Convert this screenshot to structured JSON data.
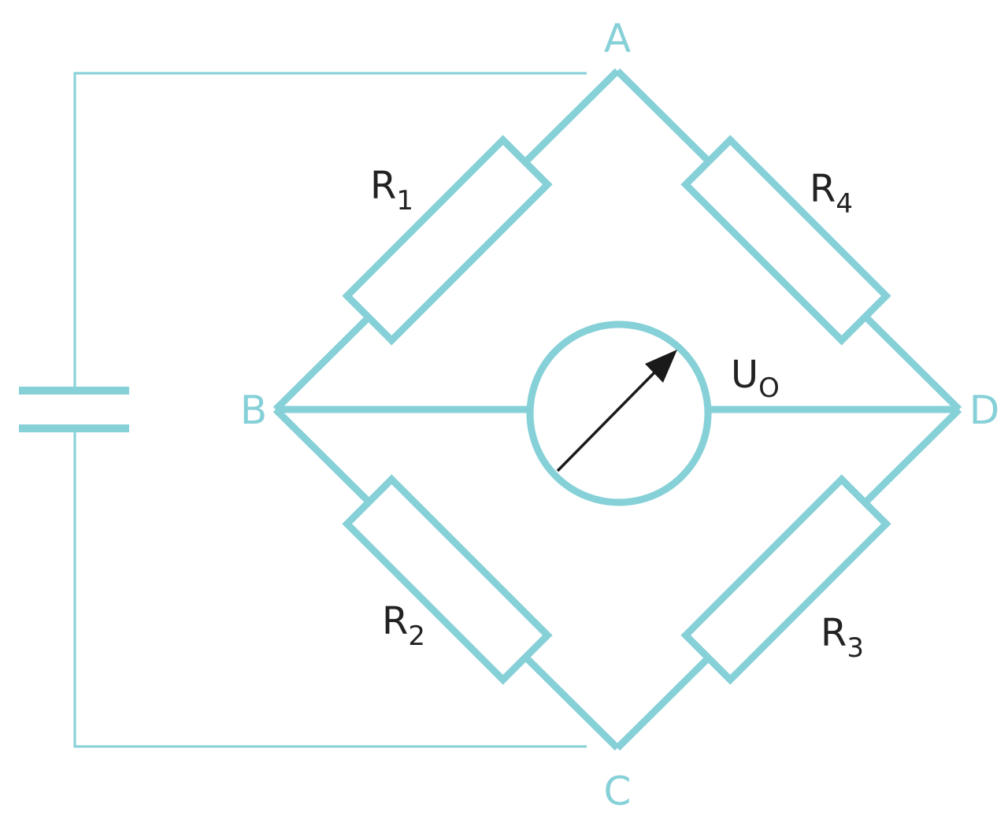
{
  "nodes": {
    "a": "A",
    "b": "B",
    "c": "C",
    "d": "D"
  },
  "resistors": {
    "r1": {
      "letter": "R",
      "sub": "1"
    },
    "r2": {
      "letter": "R",
      "sub": "2"
    },
    "r3": {
      "letter": "R",
      "sub": "3"
    },
    "r4": {
      "letter": "R",
      "sub": "4"
    }
  },
  "meter": {
    "letter": "U",
    "sub": "O"
  },
  "colors": {
    "wire": "#86d0d8",
    "needle": "#1a1a1a",
    "label": "#222222"
  }
}
